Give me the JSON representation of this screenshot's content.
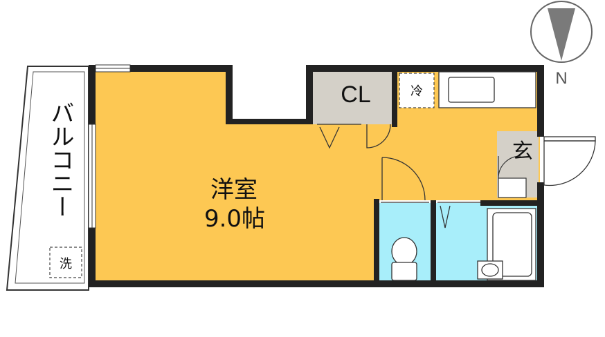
{
  "compass": {
    "north_label": "N"
  },
  "rooms": {
    "western_room": {
      "name": "洋室",
      "size": "9.0帖"
    },
    "closet": {
      "name": "CL"
    },
    "entrance": {
      "name": "玄"
    },
    "balcony": {
      "name": "バルコニー"
    }
  },
  "fixtures": {
    "fridge_space": "冷",
    "washer_space": "洗"
  },
  "colors": {
    "room_floor": "#FDC853",
    "closet": "#D4D0C8",
    "wet_area": "#A8EEFA",
    "entrance": "#D4D0C8",
    "wall": "#222222"
  }
}
